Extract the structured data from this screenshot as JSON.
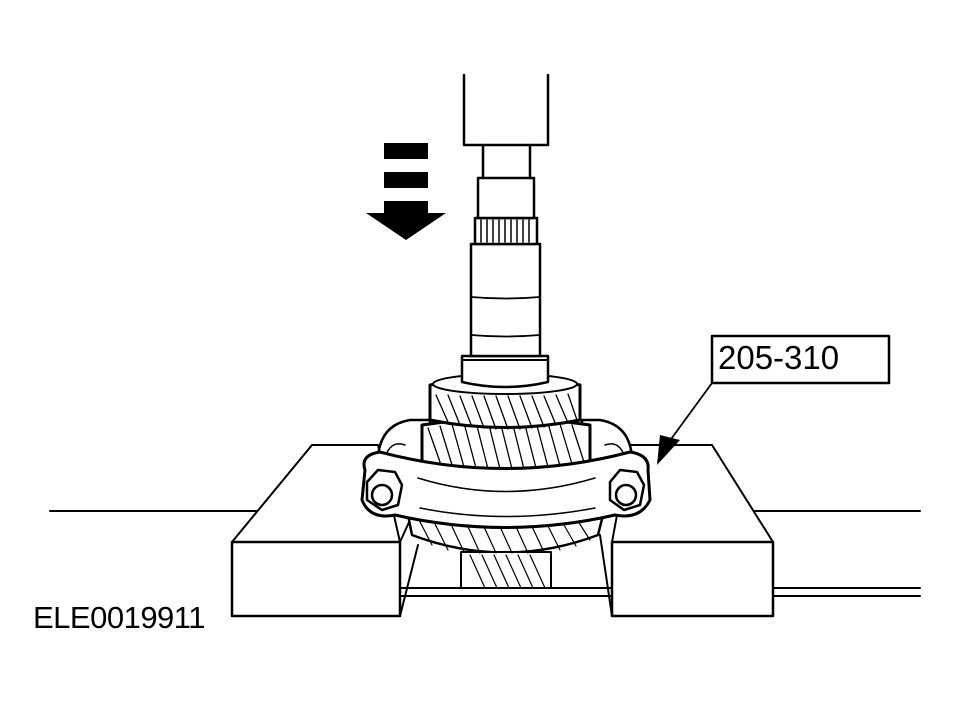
{
  "figure": {
    "id_label": "ELE0019911",
    "callout_tool_number": "205-310",
    "description": "Pressing gear/shaft assembly with bearing splitter (special tool 205-310) supported on press blocks",
    "colors": {
      "ink": "#000000",
      "background": "#ffffff"
    },
    "icons": {
      "press_direction": "down-arrow-icon",
      "callout_pointer": "leader-arrow-icon"
    },
    "components": [
      "press-ram",
      "press-adapter",
      "splined-collar",
      "shaft",
      "upper-helical-gear",
      "lower-helical-gear",
      "bearing-splitter-205-310",
      "splitter-bolt-left",
      "splitter-bolt-right",
      "support-block-left",
      "support-block-right",
      "press-bed"
    ]
  }
}
